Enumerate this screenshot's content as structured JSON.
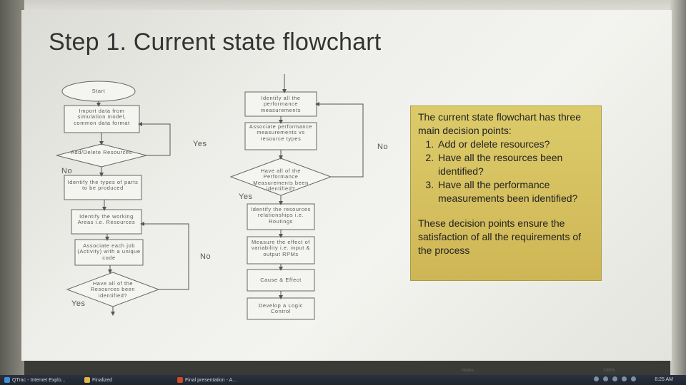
{
  "slide": {
    "title": "Step 1. Current state flowchart"
  },
  "flowchart": {
    "left_column": {
      "start": "Start",
      "import": "Import data from simulation model, common data format",
      "add_delete": "Add/Delete Resources",
      "identify_types": "Identify the types of parts to be produced",
      "identify_areas": "Identify the working Areas i.e. Resources",
      "associate_job": "Associate each job (Activity) with a unique code",
      "all_resources": "Have all of the Resources been identified?"
    },
    "right_column": {
      "identify_measures": "Identify all the performance measurements",
      "associate_measures": "Associate performance measurements vs resource types",
      "all_measures": "Have all of the Performance Measurements been identified?",
      "identify_relationships": "Identify the resources relationships i.e. Routings",
      "measure_variability": "Measure the effect of variability i.e. input & output RPMs",
      "cause_effect": "Cause & Effect",
      "logic_control": "Develop a Logic Control"
    },
    "labels": {
      "yes_1": "Yes",
      "no_1": "No",
      "no_2": "No",
      "yes_2": "Yes",
      "no_3": "No",
      "yes_3": "Yes"
    }
  },
  "note": {
    "intro": "The current state flowchart has three main decision points:",
    "points": [
      "Add or delete resources?",
      "Have all the resources been identified?",
      "Have all the performance measurements been identified?"
    ],
    "outro": "These decision points ensure the satisfaction of all the requirements of the process"
  },
  "taskbar": {
    "items": [
      "QTrac - Internet Explo...",
      "Finalized",
      "Final presentation - A..."
    ],
    "notes_label": "Notes",
    "zoom": "100%",
    "clock": "8:25 AM"
  },
  "colors": {
    "note_bg": "#d6c05f",
    "taskbar": "#232a36"
  }
}
